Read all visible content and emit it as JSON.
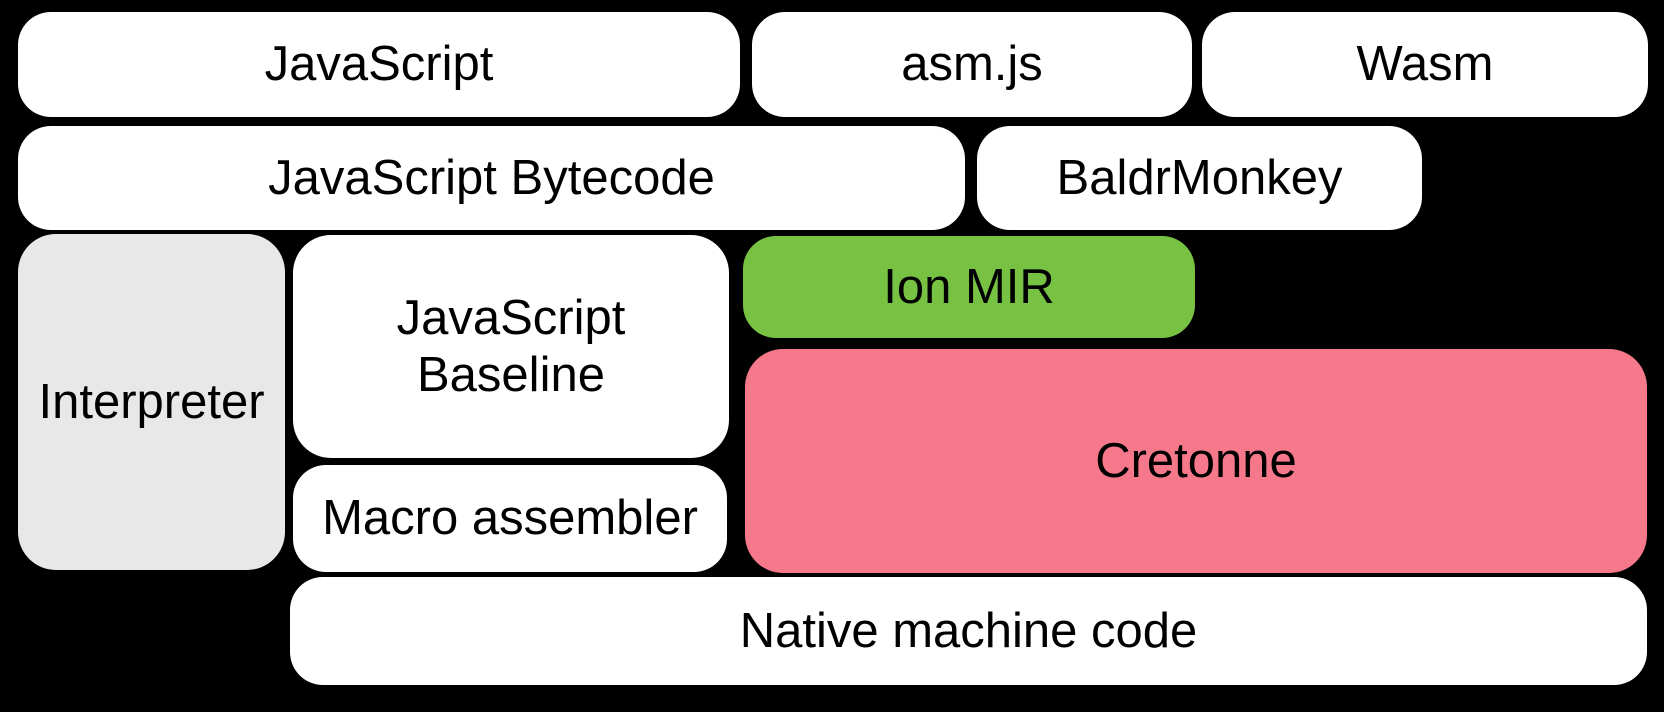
{
  "diagram": {
    "title": "SpiderMonkey compilation pipeline diagram",
    "background_color": "#000000",
    "text_color": "#000000",
    "boxes": {
      "javascript": {
        "label": "JavaScript",
        "bg": "#ffffff"
      },
      "asmjs": {
        "label": "asm.js",
        "bg": "#ffffff"
      },
      "wasm": {
        "label": "Wasm",
        "bg": "#ffffff"
      },
      "bytecode": {
        "label": "JavaScript Bytecode",
        "bg": "#ffffff"
      },
      "baldrmonkey": {
        "label": "BaldrMonkey",
        "bg": "#ffffff"
      },
      "interpreter": {
        "label": "Interpreter",
        "bg": "#e8e8e8"
      },
      "baseline": {
        "label": "JavaScript\nBaseline",
        "bg": "#ffffff"
      },
      "ionmir": {
        "label": "Ion MIR",
        "bg": "#77c143"
      },
      "cretonne": {
        "label": "Cretonne",
        "bg": "#f5798b"
      },
      "macro": {
        "label": "Macro assembler",
        "bg": "#ffffff"
      },
      "native": {
        "label": "Native machine code",
        "bg": "#ffffff"
      }
    }
  }
}
